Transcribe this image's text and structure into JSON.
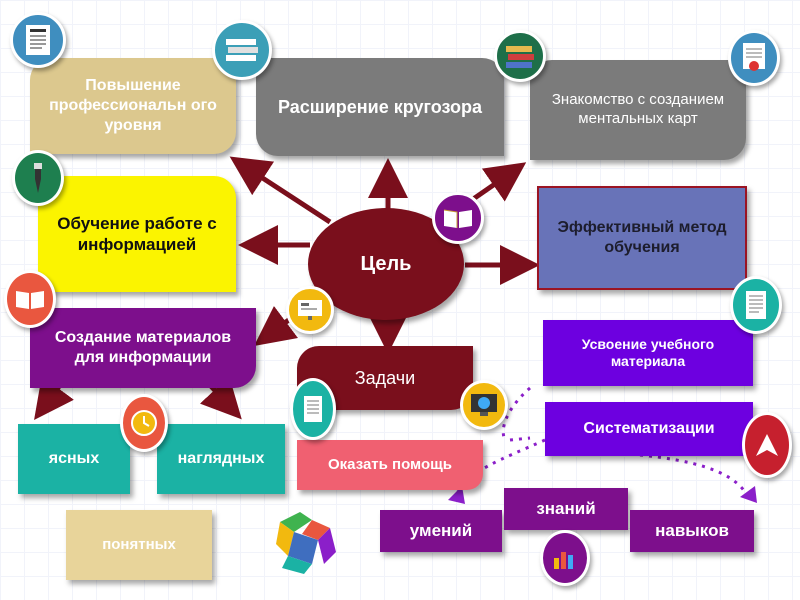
{
  "center": {
    "label": "Цель"
  },
  "tasks": {
    "label": "Задачи"
  },
  "goals": {
    "top_left": "Повышение профессиональн ого уровня",
    "top_center": "Расширение кругозора",
    "top_right": "Знакомство с созданием ментальных карт",
    "left": "Обучение работе с информацией",
    "right": "Эффективный метод обучения",
    "creation": "Создание материалов для информации"
  },
  "material_types": {
    "clear": "ясных",
    "visual": "наглядных",
    "understandable": "понятных"
  },
  "task_items": {
    "help": "Оказать помощь",
    "assimilation": "Усвоение учебного материала",
    "systematization": "Систематизации"
  },
  "skills": {
    "abilities": "умений",
    "knowledge": "знаний",
    "skills": "навыков"
  },
  "colors": {
    "tan": "#dcc88e",
    "gray": "#7b7b7b",
    "yellow": "#fbf400",
    "navy_box": "#6873b8",
    "purple": "#7d0f8c",
    "teal": "#1bb2a4",
    "maroon": "#7a0f1c",
    "coral": "#f06071",
    "violet": "#6d00e0",
    "beige": "#e8d49a"
  }
}
